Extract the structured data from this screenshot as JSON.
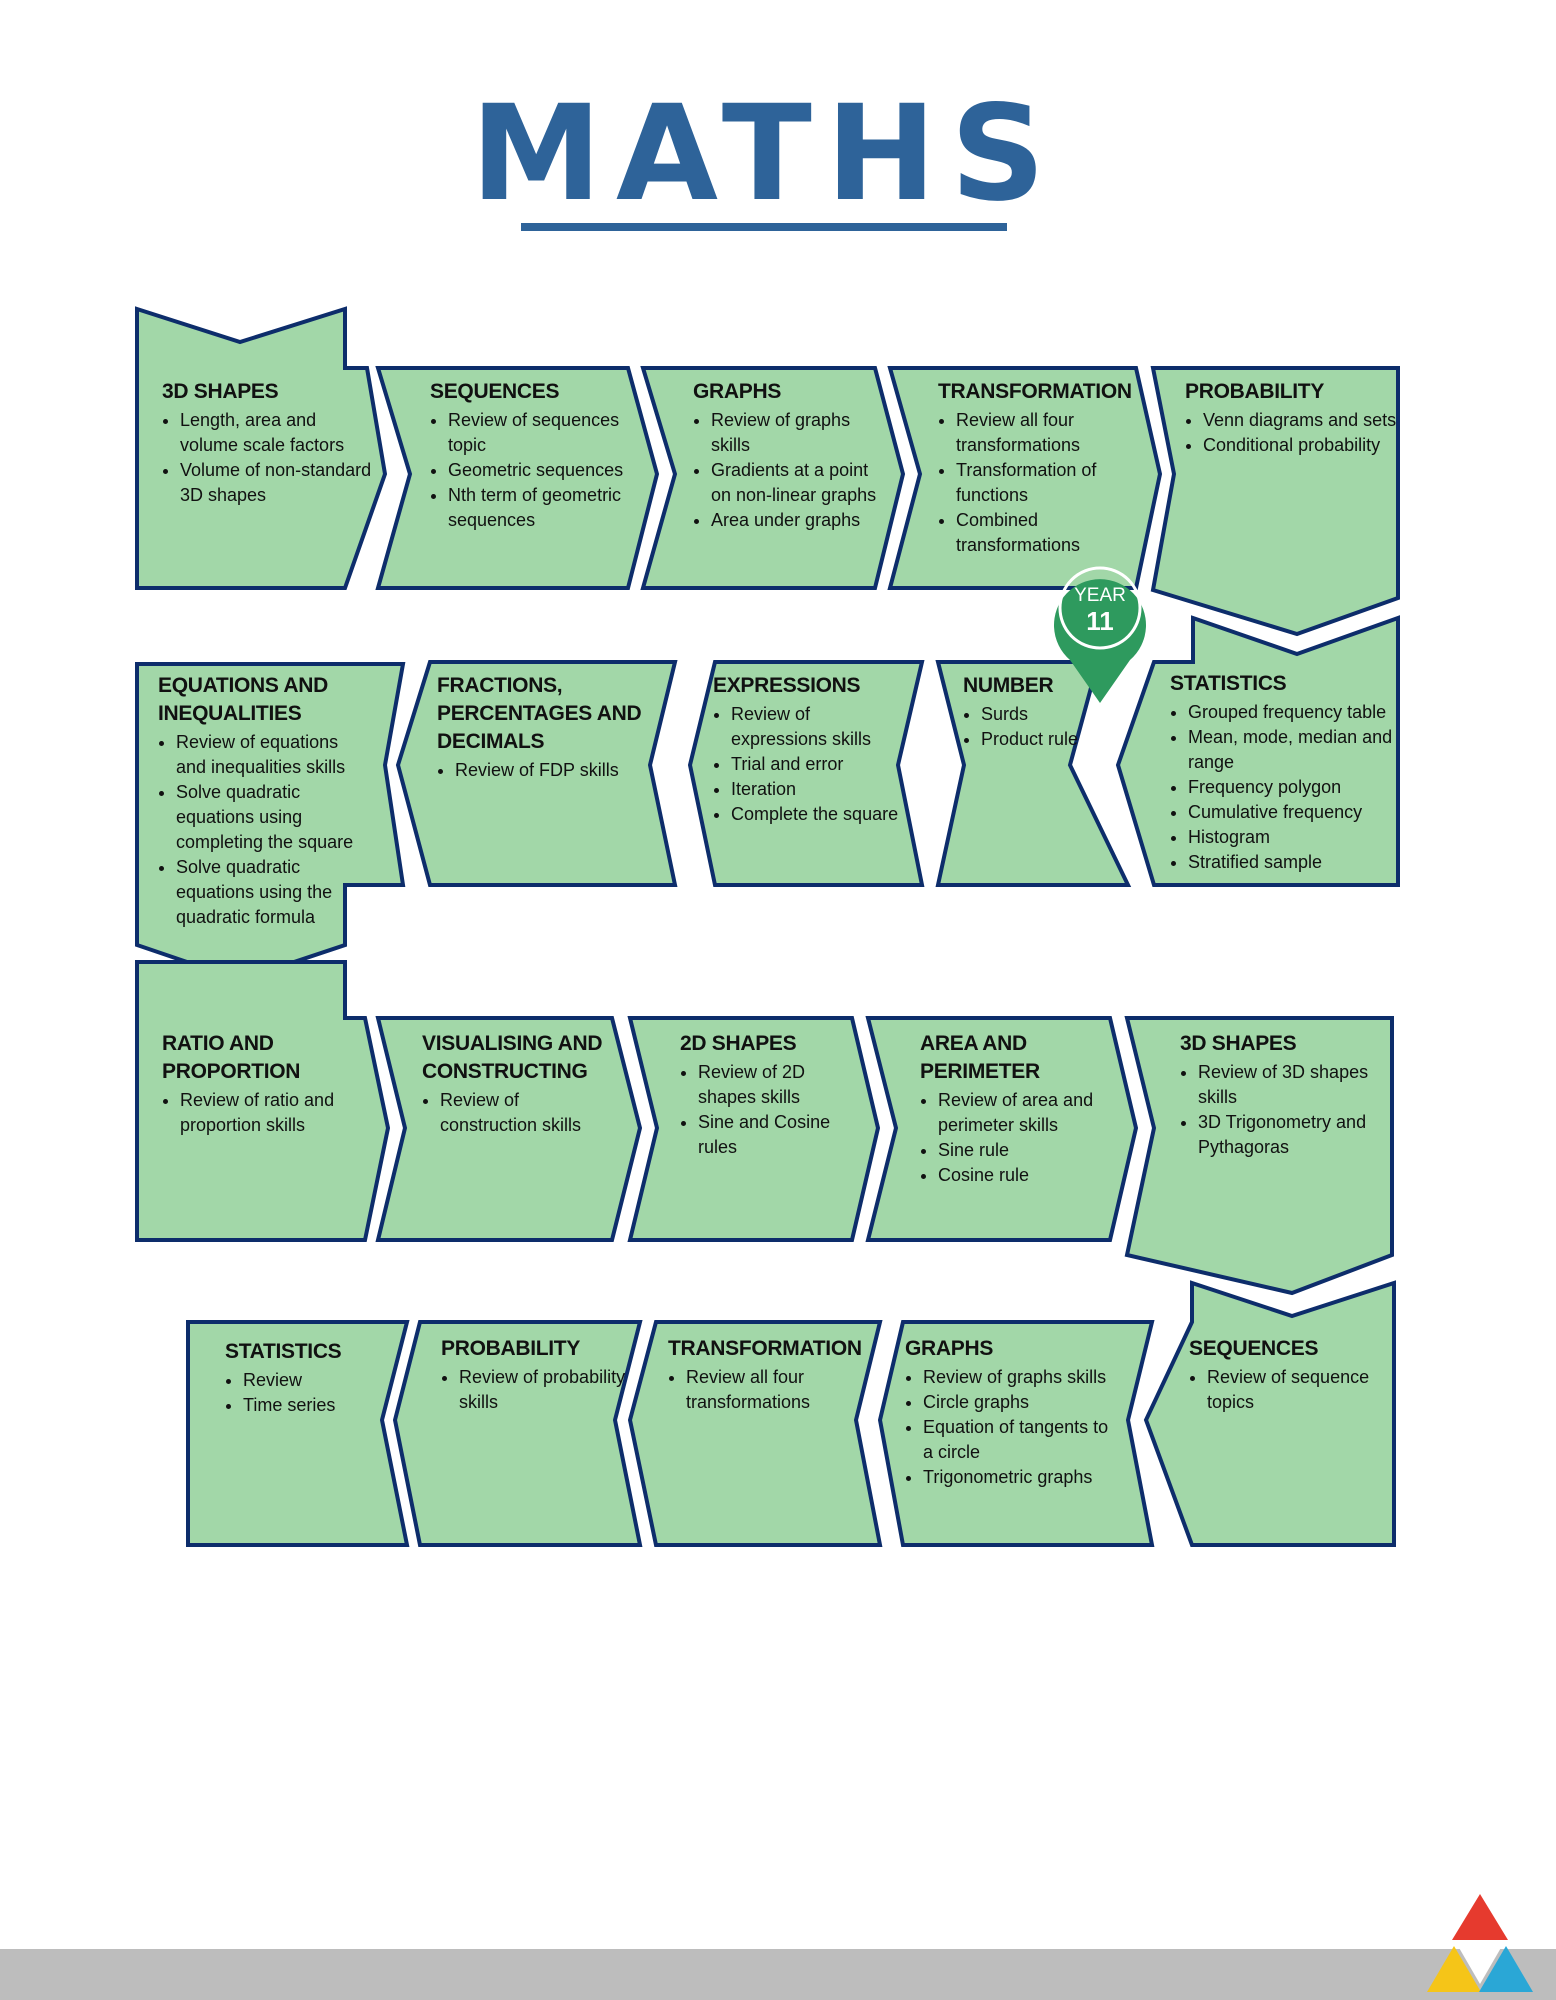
{
  "title": "MATHS",
  "colors": {
    "title": "#2e6399",
    "tile_fill": "#a2d7a8",
    "tile_border": "#0d2d6b",
    "badge": "#2e9a5e",
    "bottom_bar": "#bdbdbd"
  },
  "badge": {
    "icon": "map-pin-icon",
    "line1": "YEAR",
    "line2": "11"
  },
  "rows": [
    {
      "name": "row-1",
      "tiles": [
        {
          "title": "3D SHAPES",
          "bullets": [
            "Length, area and volume scale factors",
            "Volume of non-standard 3D shapes"
          ]
        },
        {
          "title": "SEQUENCES",
          "bullets": [
            "Review of sequences topic",
            "Geometric sequences",
            "Nth term of geometric sequences"
          ]
        },
        {
          "title": "GRAPHS",
          "bullets": [
            "Review of graphs skills",
            "Gradients at a point on non-linear graphs",
            "Area under graphs"
          ]
        },
        {
          "title": "TRANSFORMATION",
          "bullets": [
            "Review all four transformations",
            "Transformation of functions",
            "Combined transformations"
          ]
        },
        {
          "title": "PROBABILITY",
          "bullets": [
            "Venn diagrams and sets",
            "Conditional probability"
          ]
        }
      ]
    },
    {
      "name": "row-2",
      "tiles": [
        {
          "title": "STATISTICS",
          "bullets": [
            "Grouped frequency table",
            "Mean, mode, median and range",
            "Frequency polygon",
            "Cumulative frequency",
            "Histogram",
            "Stratified sample"
          ]
        },
        {
          "title": "NUMBER",
          "bullets": [
            "Surds",
            "Product rule"
          ]
        },
        {
          "title": "EXPRESSIONS",
          "bullets": [
            "Review of expressions skills",
            "Trial and error",
            "Iteration",
            "Complete the square"
          ]
        },
        {
          "title": "FRACTIONS, PERCENTAGES AND DECIMALS",
          "bullets": [
            "Review of FDP skills"
          ]
        },
        {
          "title": "EQUATIONS AND INEQUALITIES",
          "bullets": [
            "Review of equations and inequalities skills",
            "Solve quadratic equations using completing the square",
            "Solve quadratic equations using the quadratic formula"
          ]
        }
      ]
    },
    {
      "name": "row-3",
      "tiles": [
        {
          "title": "RATIO AND PROPORTION",
          "bullets": [
            "Review of ratio and proportion skills"
          ]
        },
        {
          "title": "VISUALISING AND CONSTRUCTING",
          "bullets": [
            "Review of construction skills"
          ]
        },
        {
          "title": "2D SHAPES",
          "bullets": [
            "Review of 2D shapes skills",
            "Sine and Cosine rules"
          ]
        },
        {
          "title": "AREA AND PERIMETER",
          "bullets": [
            "Review of area and perimeter skills",
            "Sine rule",
            "Cosine rule"
          ]
        },
        {
          "title": "3D SHAPES",
          "bullets": [
            "Review of 3D shapes skills",
            "3D Trigonometry and Pythagoras"
          ]
        }
      ]
    },
    {
      "name": "row-4",
      "tiles": [
        {
          "title": "SEQUENCES",
          "bullets": [
            "Review of sequence topics"
          ]
        },
        {
          "title": "GRAPHS",
          "bullets": [
            "Review of graphs skills",
            "Circle graphs",
            "Equation of tangents to a circle",
            "Trigonometric graphs"
          ]
        },
        {
          "title": "TRANSFORMATION",
          "bullets": [
            "Review all four transformations"
          ]
        },
        {
          "title": "PROBABILITY",
          "bullets": [
            "Review of probability skills"
          ]
        },
        {
          "title": "STATISTICS",
          "bullets": [
            "Review",
            "Time series"
          ]
        }
      ]
    }
  ],
  "logo": {
    "icon": "triangle-logo-icon",
    "colors": [
      "#e63a2e",
      "#f5c518",
      "#2aa7d6"
    ]
  }
}
